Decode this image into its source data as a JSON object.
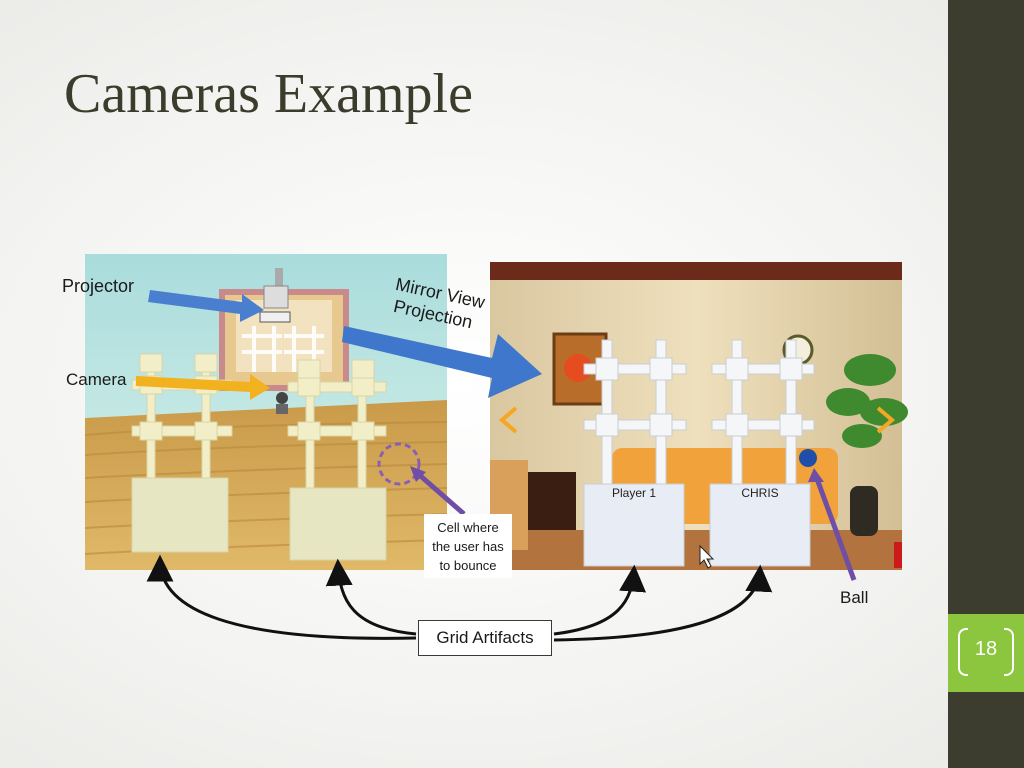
{
  "slide": {
    "title": "Cameras Example",
    "page_number": "18",
    "accent_color": "#8cc63f",
    "sidebar_color": "#3d3d2f"
  },
  "figure": {
    "labels": {
      "projector": "Projector",
      "camera": "Camera",
      "mirror_view": "Mirror View",
      "projection": "Projection",
      "cell_line1": "Cell where",
      "cell_line2": "the user has",
      "cell_line3": "to bounce",
      "grid_artifacts": "Grid Artifacts",
      "ball": "Ball"
    },
    "players": [
      "Player 1",
      "CHRIS"
    ],
    "icons": [
      "arrow-left-icon",
      "arrow-right-icon",
      "mouse-cursor-icon"
    ]
  }
}
